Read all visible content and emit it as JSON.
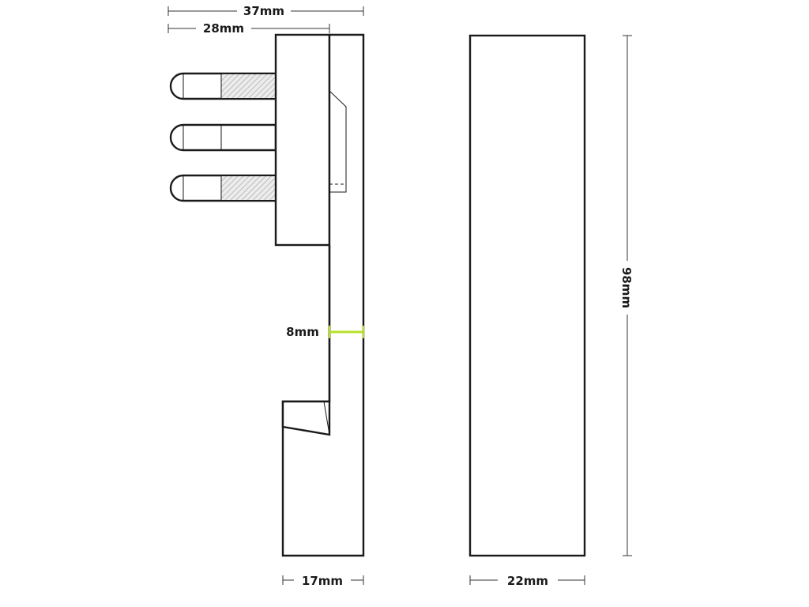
{
  "dimensions": {
    "overall_depth": "37mm",
    "pin_depth": "28mm",
    "slot_width": "8mm",
    "base_depth": "17mm",
    "front_width": "22mm",
    "height": "98mm"
  },
  "colors": {
    "outline": "#1a1a1a",
    "highlight": "#b8e02a",
    "hatch": "#b0b0b0"
  }
}
